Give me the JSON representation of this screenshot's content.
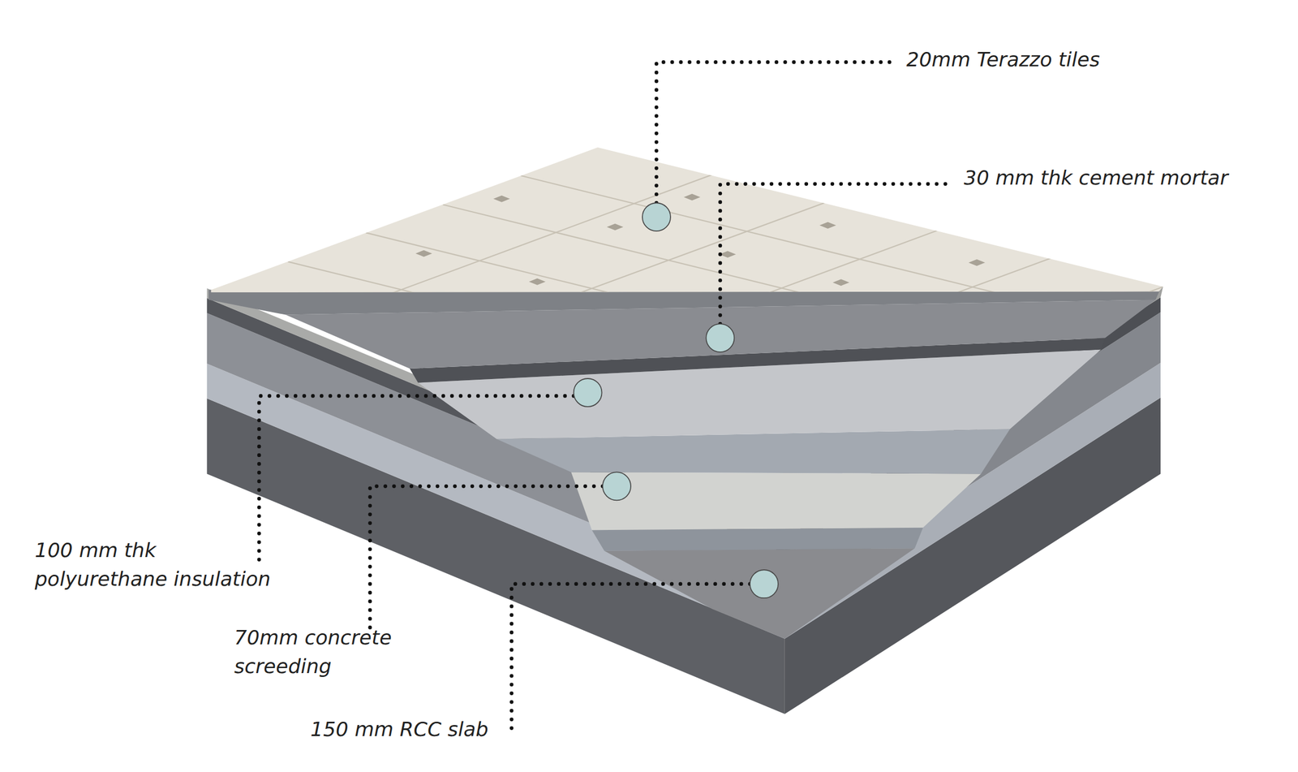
{
  "diagram": {
    "labels": [
      "20mm Terazzo tiles",
      "30 mm thk cement mortar",
      "100 mm thk polyurethane insulation",
      "70mm concrete screeding",
      "150 mm RCC slab"
    ]
  }
}
